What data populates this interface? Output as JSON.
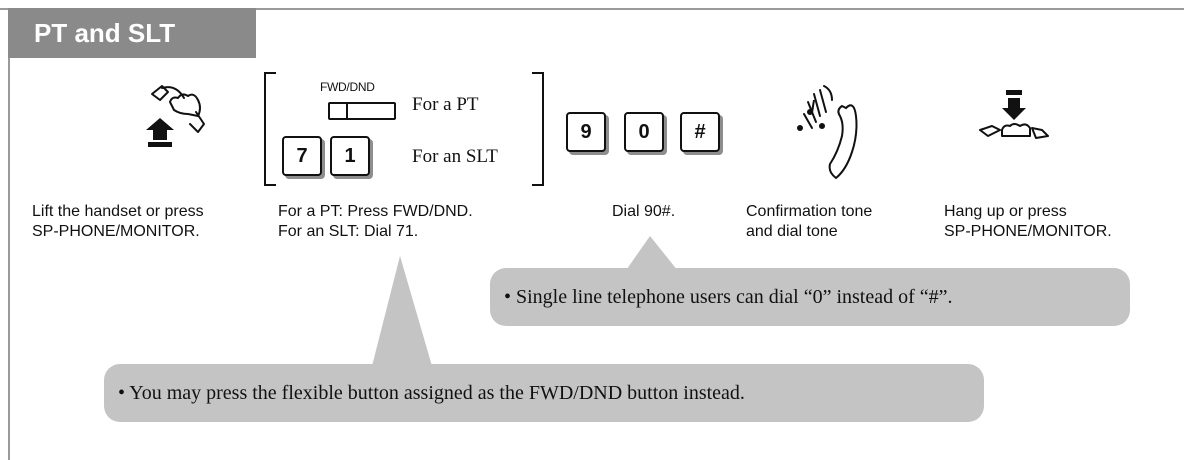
{
  "section": {
    "title": "PT and SLT"
  },
  "steps": [
    {
      "icon": "lift-handset-icon",
      "caption_lines": [
        "Lift the handset or press",
        "SP-PHONE/MONITOR."
      ]
    },
    {
      "icon": "fwd-dnd-button-icon",
      "fwd_dnd_label": "FWD/DND",
      "pt_label": "For a PT",
      "slt_label": "For an SLT",
      "keys": [
        "7",
        "1"
      ],
      "caption_lines": [
        "For a PT: Press FWD/DND.",
        "For an SLT: Dial 71."
      ]
    },
    {
      "icon": "dial-keys-icon",
      "keys": [
        "9",
        "0",
        "#"
      ],
      "caption_lines": [
        "Dial 90#."
      ]
    },
    {
      "icon": "confirmation-tone-icon",
      "caption_lines": [
        "Confirmation tone",
        "and dial tone"
      ]
    },
    {
      "icon": "hang-up-icon",
      "caption_lines": [
        "Hang up or press",
        "SP-PHONE/MONITOR."
      ]
    }
  ],
  "notes": [
    {
      "text": "• Single line telephone users can dial “0” instead of “#”."
    },
    {
      "text": "• You may press the flexible button assigned as the FWD/DND button instead."
    }
  ],
  "colors": {
    "frame": "#9a9a9a",
    "tab": "#8a8a8a",
    "bubble": "#c4c4c4",
    "key_shadow": "#8e8e8e"
  }
}
